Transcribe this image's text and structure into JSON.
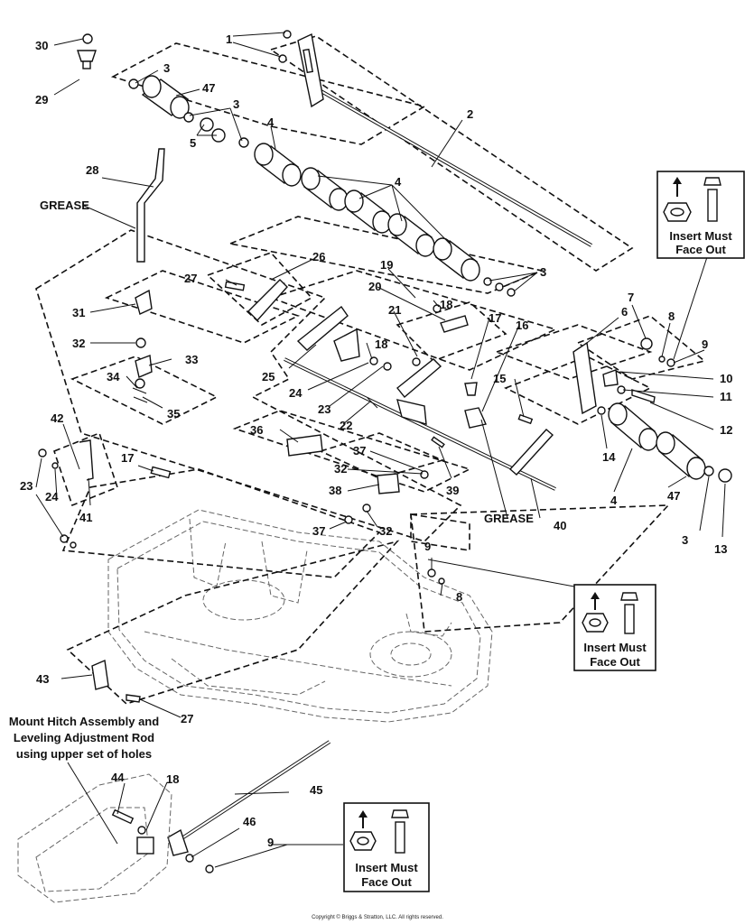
{
  "callouts": {
    "c1": "1",
    "c2": "2",
    "c3a": "3",
    "c3b": "3",
    "c3c": "3",
    "c3d": "3",
    "c4a": "4",
    "c4b": "4",
    "c4c": "4",
    "c5": "5",
    "c6": "6",
    "c7": "7",
    "c8a": "8",
    "c8b": "8",
    "c9a": "9",
    "c9b": "9",
    "c9c": "9",
    "c10": "10",
    "c11": "11",
    "c12": "12",
    "c13": "13",
    "c14": "14",
    "c15": "15",
    "c16": "16",
    "c17a": "17",
    "c17b": "17",
    "c18a": "18",
    "c18b": "18",
    "c18c": "18",
    "c19": "19",
    "c20": "20",
    "c21": "21",
    "c22": "22",
    "c23a": "23",
    "c23b": "23",
    "c24a": "24",
    "c24b": "24",
    "c25": "25",
    "c26": "26",
    "c27a": "27",
    "c27b": "27",
    "c28": "28",
    "c29": "29",
    "c30": "30",
    "c31": "31",
    "c32a": "32",
    "c32b": "32",
    "c32c": "32",
    "c33": "33",
    "c34": "34",
    "c35": "35",
    "c36": "36",
    "c37a": "37",
    "c37b": "37",
    "c38": "38",
    "c39": "39",
    "c40": "40",
    "c41": "41",
    "c42": "42",
    "c43": "43",
    "c44": "44",
    "c45": "45",
    "c46": "46",
    "c47a": "47",
    "c47b": "47"
  },
  "labels": {
    "grease_left": "GREASE",
    "grease_right": "GREASE",
    "mount_note_line1": "Mount Hitch Assembly and",
    "mount_note_line2": "Leveling Adjustment Rod",
    "mount_note_line3": "using upper set of holes"
  },
  "insert_box": {
    "line1": "Insert Must",
    "line2": "Face Out"
  },
  "copyright": "Copyright © Briggs & Stratton, LLC. All rights reserved."
}
